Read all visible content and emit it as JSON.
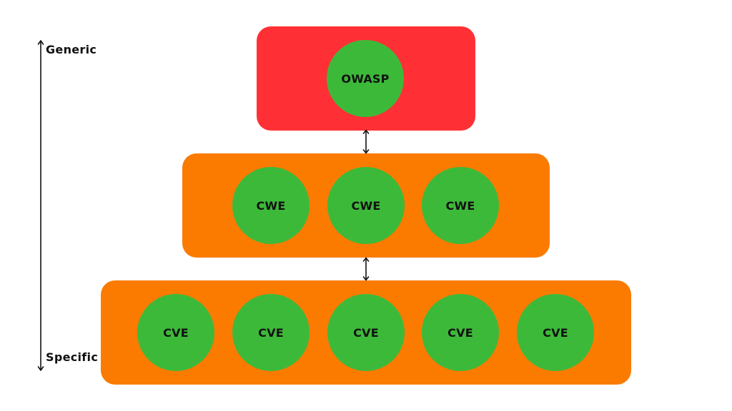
{
  "axis": {
    "top_label": "Generic",
    "bottom_label": "Specific"
  },
  "tiers": {
    "top": {
      "color": "#ff3035",
      "nodes": [
        "OWASP"
      ]
    },
    "middle": {
      "color": "#fa7b00",
      "nodes": [
        "CWE",
        "CWE",
        "CWE"
      ]
    },
    "bottom": {
      "color": "#fa7b00",
      "nodes": [
        "CVE",
        "CVE",
        "CVE",
        "CVE",
        "CVE"
      ]
    }
  },
  "node_color": "#3db93a",
  "connectors": {
    "top_to_middle": "bidirectional-arrow",
    "middle_to_bottom": "bidirectional-arrow"
  }
}
